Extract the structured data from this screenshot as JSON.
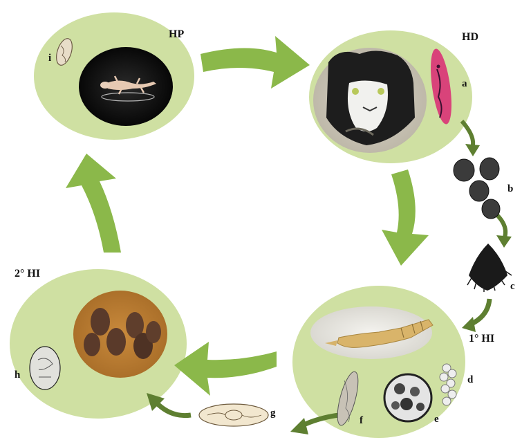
{
  "stages": {
    "hp": "HP",
    "hd": "HD",
    "hi1": "1° HI",
    "hi2": "2° HI"
  },
  "letters": {
    "a": "a",
    "b": "b",
    "c": "c",
    "d": "d",
    "e": "e",
    "f": "f",
    "g": "g",
    "h": "h",
    "i": "i"
  },
  "colors": {
    "circle": "#cfe0a2",
    "arrow_big": "#8bb84a",
    "arrow_small": "#5e7f31"
  }
}
